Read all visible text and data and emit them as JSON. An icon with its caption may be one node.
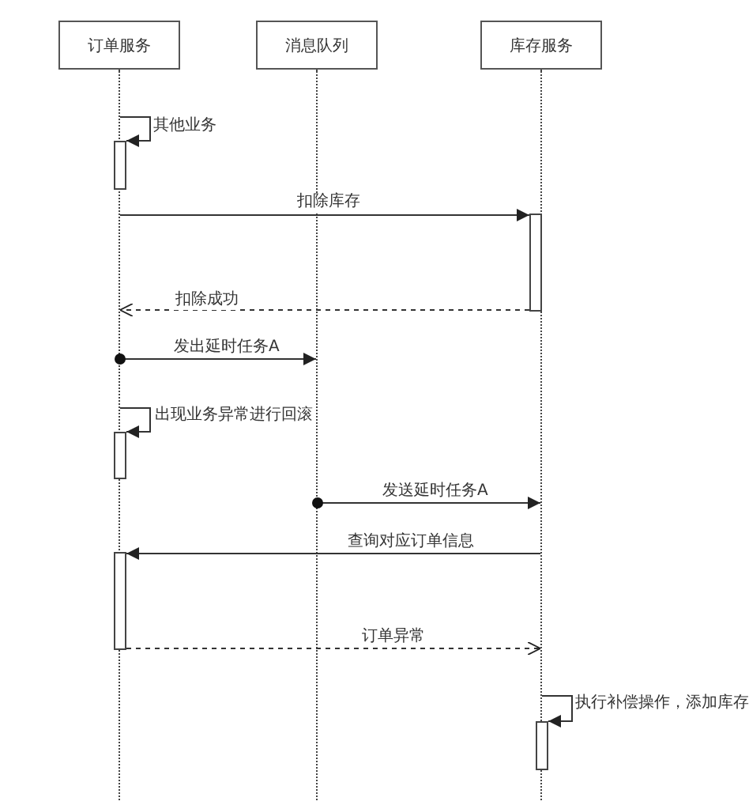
{
  "diagram": {
    "nodes": [
      {
        "text": [
          "订单服务"
        ]
      },
      {
        "text": [
          "消息队列"
        ]
      },
      {
        "text": [
          "库存服务"
        ]
      },
      {
        "text": [],
        "shape": "line"
      },
      {
        "text": [],
        "shape": "line"
      },
      {
        "text": [],
        "shape": "line"
      },
      {
        "text": [],
        "shape": "bar"
      },
      {
        "text": [],
        "shape": "bar"
      },
      {
        "text": [],
        "shape": "bar"
      },
      {
        "text": [],
        "shape": "bar"
      },
      {
        "text": [],
        "shape": "bar"
      }
    ],
    "edges": [
      {
        "from": 3,
        "to": 6,
        "arrow": "to",
        "label": "其他业务"
      },
      {
        "from": 3,
        "to": 7,
        "arrow": "to",
        "label": "扣除库存"
      },
      {
        "from": 7,
        "to": 3,
        "arrow": "to",
        "label": "扣除成功",
        "style": "dashed"
      },
      {
        "from": 3,
        "to": 4,
        "arrow": "to",
        "label": "发出延时任务A"
      },
      {
        "from": 3,
        "to": 8,
        "arrow": "to",
        "label": "出现业务异常进行回滚"
      },
      {
        "from": 4,
        "to": 5,
        "arrow": "to",
        "label": "发送延时任务A"
      },
      {
        "from": 5,
        "to": 9,
        "arrow": "to",
        "label": "查询对应订单信息"
      },
      {
        "from": 9,
        "to": 5,
        "arrow": "to",
        "label": "订单异常",
        "style": "dashed"
      },
      {
        "from": 5,
        "to": 10,
        "arrow": "to",
        "label": "执行补偿操作，添加库存"
      }
    ]
  }
}
